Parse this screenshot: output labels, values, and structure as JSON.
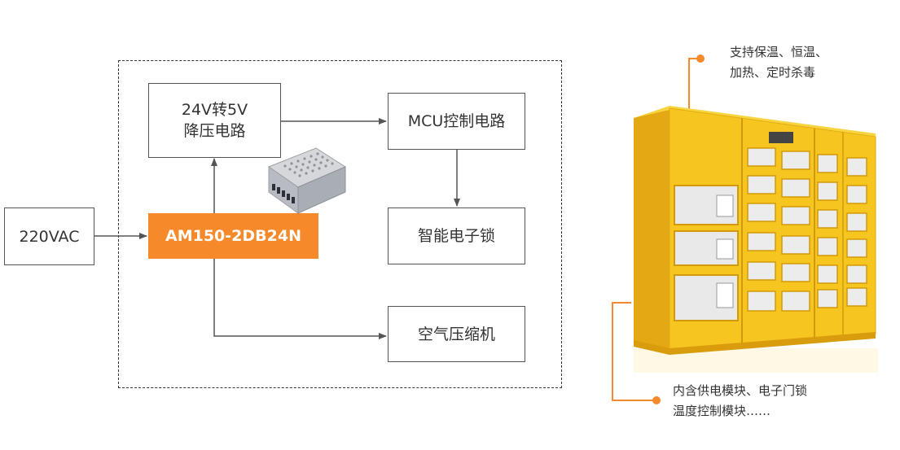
{
  "diagram": {
    "input": "220VAC",
    "module": "AM150-2DB24N",
    "dcdc": [
      "24V转5V",
      "降压电路"
    ],
    "mcu": "MCU控制电路",
    "lock": "智能电子锁",
    "compressor": "空气压缩机"
  },
  "cabinet": {
    "callout_top": [
      "支持保温、恒温、",
      "加热、定时杀毒"
    ],
    "callout_bottom": [
      "内含供电模块、电子门锁",
      "温度控制模块……"
    ]
  },
  "colors": {
    "accent": "#f6892a",
    "cabinet_yellow": "#f7c51f",
    "line": "#555555"
  }
}
